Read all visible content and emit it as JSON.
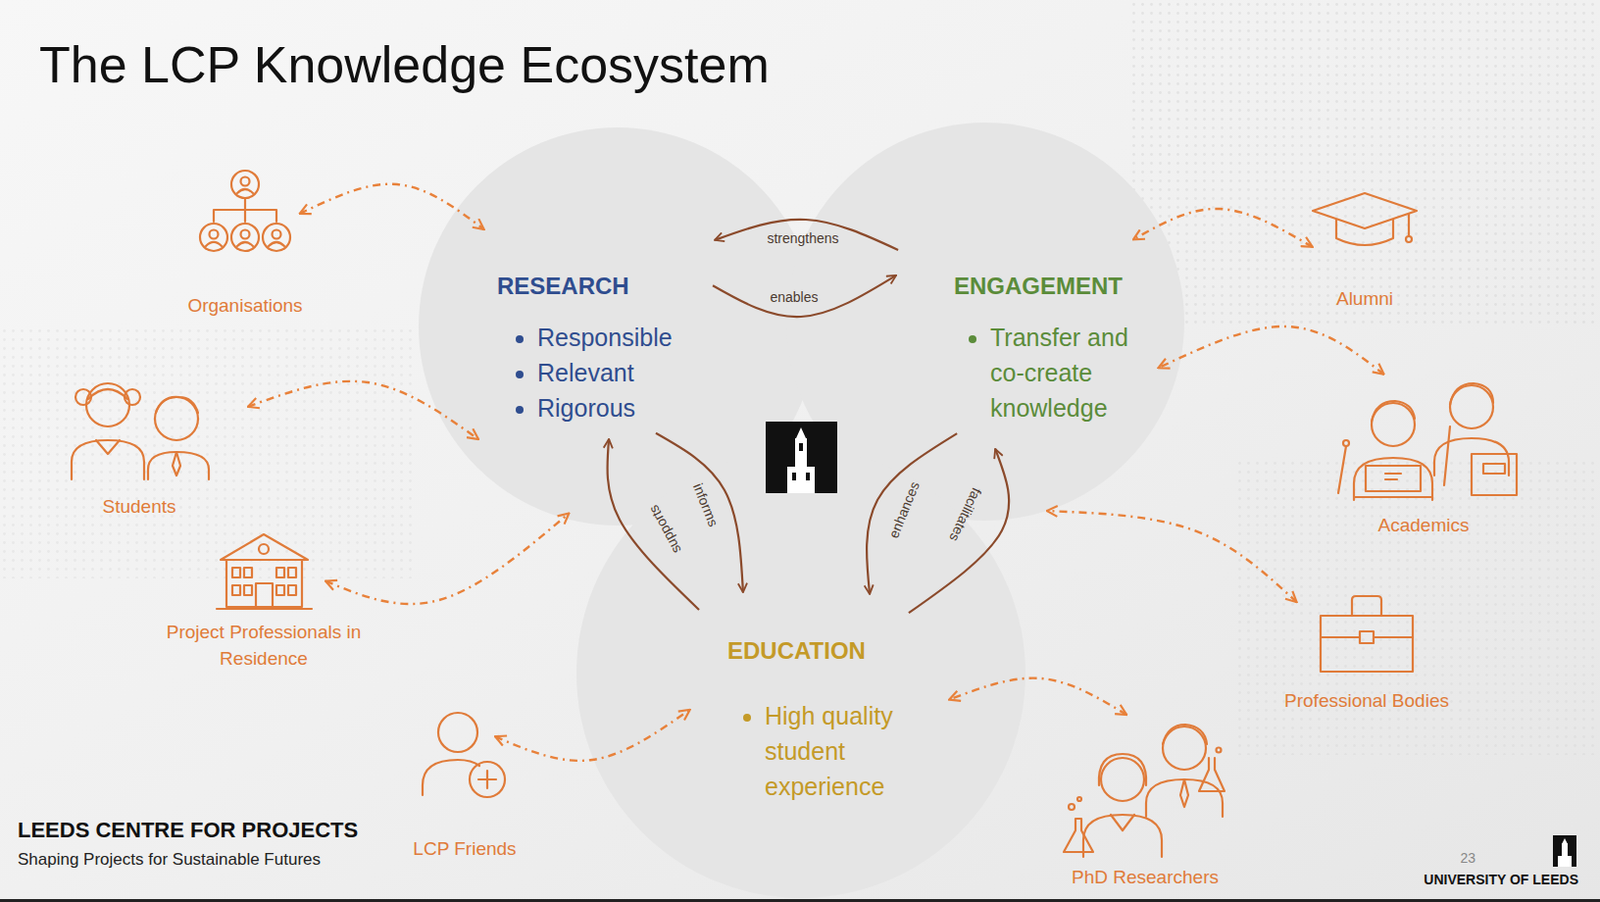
{
  "diagram": {
    "title": "The LCP Knowledge Ecosystem",
    "nodes": [
      {
        "text": [
          "RESEARCH",
          "Responsible",
          "Relevant",
          "Rigorous"
        ]
      },
      {
        "text": [
          "ENGAGEMENT",
          "Transfer and co-create knowledge"
        ]
      },
      {
        "text": [
          "EDUCATION",
          "High quality student experience"
        ]
      },
      {
        "text": [
          "Organisations"
        ]
      },
      {
        "text": [
          "Students"
        ]
      },
      {
        "text": [
          "Project Professionals in Residence"
        ]
      },
      {
        "text": [
          "LCP Friends"
        ]
      },
      {
        "text": [
          "Alumni"
        ]
      },
      {
        "text": [
          "Academics"
        ]
      },
      {
        "text": [
          "Professional Bodies"
        ]
      },
      {
        "text": [
          "PhD Researchers"
        ]
      }
    ],
    "edges": [
      {
        "from": 1,
        "to": 0,
        "label": "strengthens",
        "arrow": "to"
      },
      {
        "from": 0,
        "to": 1,
        "label": "enables",
        "arrow": "to"
      },
      {
        "from": 0,
        "to": 2,
        "label": "informs",
        "arrow": "to"
      },
      {
        "from": 2,
        "to": 0,
        "label": "supports",
        "arrow": "to"
      },
      {
        "from": 1,
        "to": 2,
        "label": "enhances",
        "arrow": "to"
      },
      {
        "from": 2,
        "to": 1,
        "label": "facilitates",
        "arrow": "to"
      },
      {
        "from": 3,
        "to": 0,
        "arrow": "both"
      },
      {
        "from": 4,
        "to": 0,
        "arrow": "both"
      },
      {
        "from": 5,
        "to": 0,
        "arrow": "both"
      },
      {
        "from": 6,
        "to": 2,
        "arrow": "both"
      },
      {
        "from": 7,
        "to": 1,
        "arrow": "both"
      },
      {
        "from": 8,
        "to": 1,
        "arrow": "both"
      },
      {
        "from": 9,
        "to": 1,
        "arrow": "both"
      },
      {
        "from": 10,
        "to": 2,
        "arrow": "both"
      }
    ],
    "labels": [
      "LEEDS CENTRE FOR PROJECTS",
      "Shaping Projects for Sustainable Futures",
      "23",
      "UNIVERSITY OF LEEDS"
    ]
  }
}
